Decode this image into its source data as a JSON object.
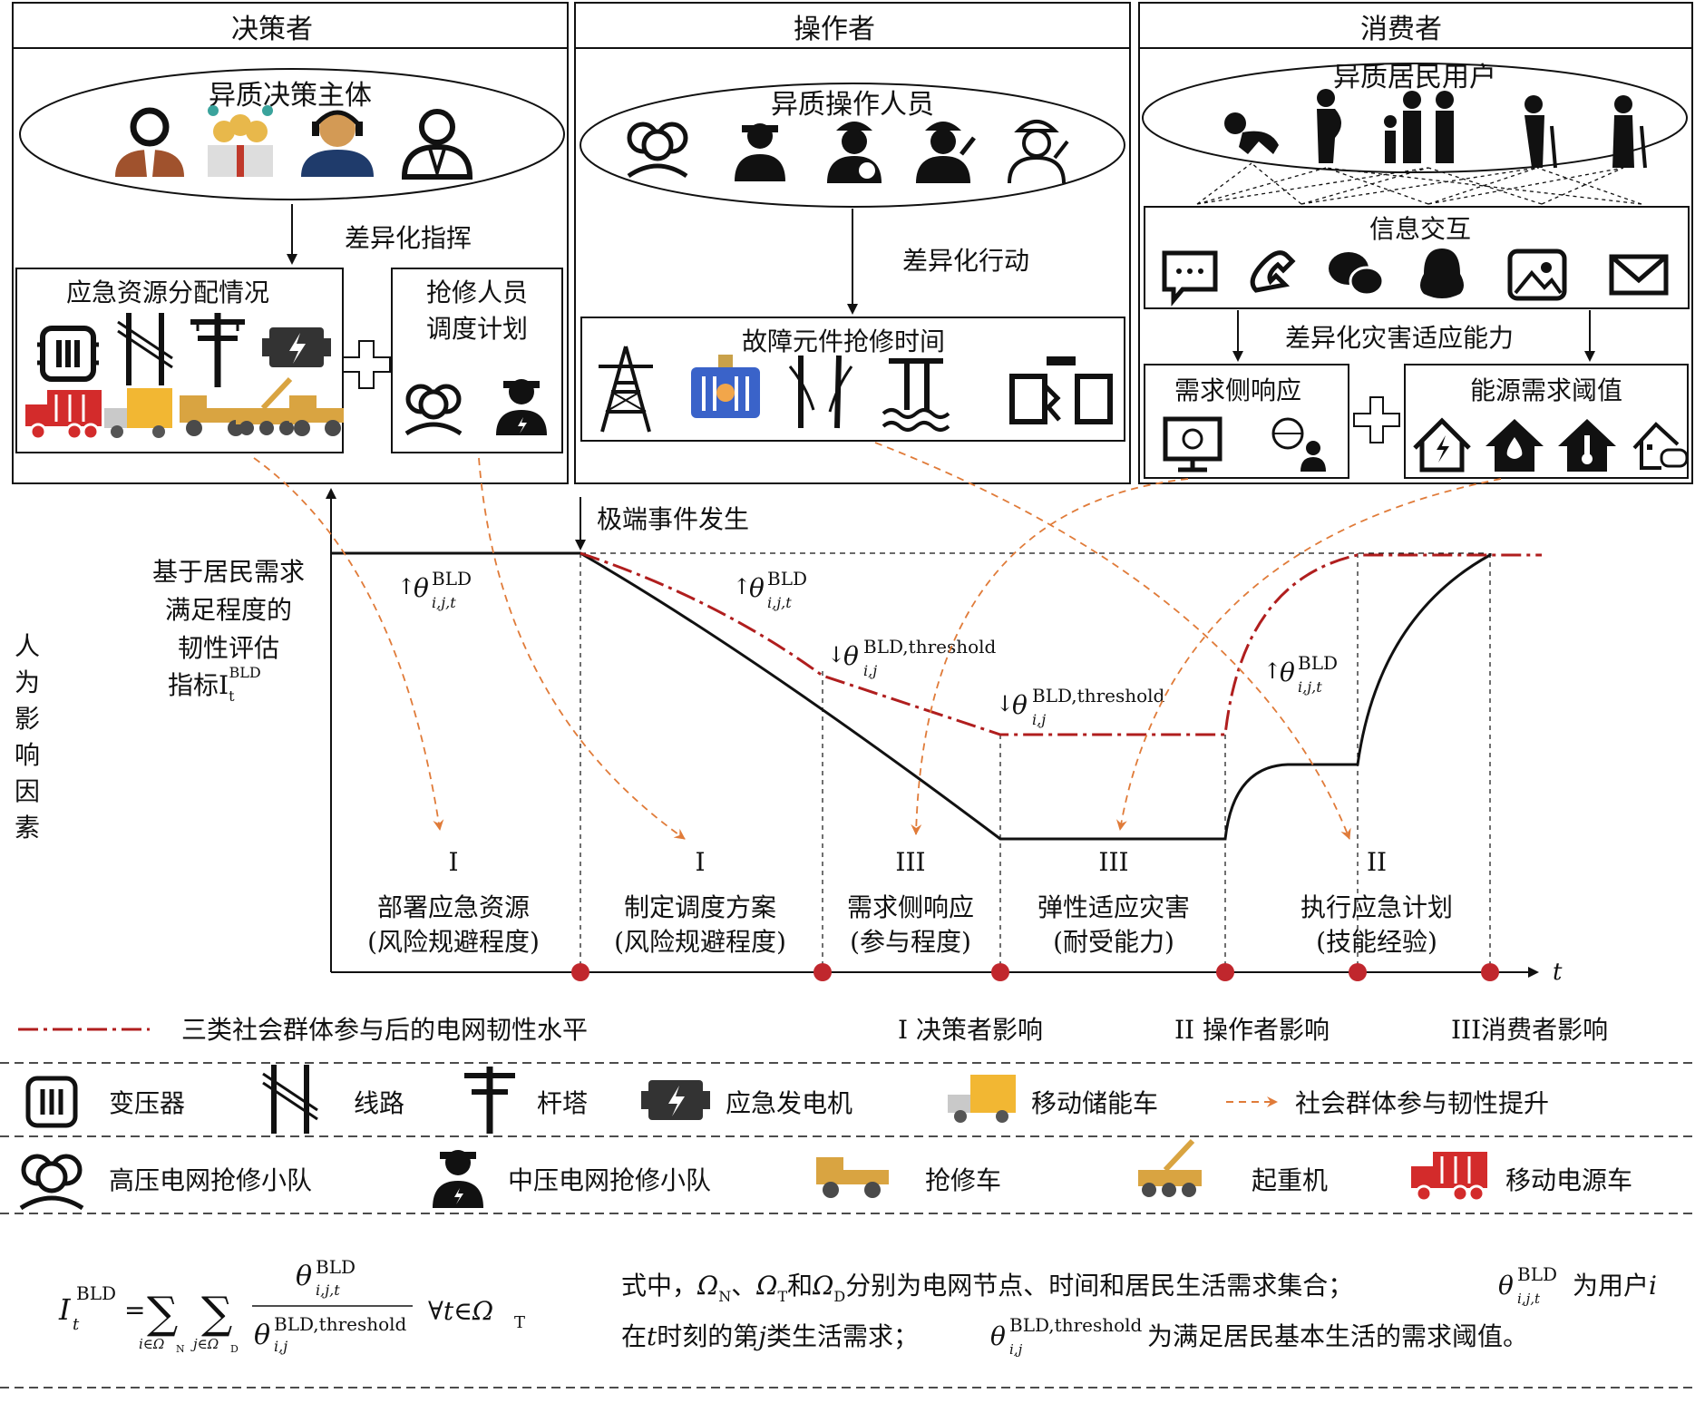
{
  "panels": {
    "decision": {
      "title": "决策者",
      "group": "异质决策主体",
      "action": "差异化指挥",
      "box1": "应急资源分配情况",
      "box2_line1": "抢修人员",
      "box2_line2": "调度计划"
    },
    "operator": {
      "title": "操作者",
      "group": "异质操作人员",
      "action": "差异化行动",
      "box": "故障元件抢修时间"
    },
    "consumer": {
      "title": "消费者",
      "group": "异质居民用户",
      "interaction": "信息交互",
      "adapt": "差异化灾害适应能力",
      "box1": "需求侧响应",
      "box2": "能源需求阈值"
    }
  },
  "chart": {
    "side_label": "人为影响因素",
    "ylabel_line1": "基于居民需求",
    "ylabel_line2": "满足程度的",
    "ylabel_line3": "韧性评估",
    "ylabel_line4": "指标I",
    "ylabel_sub": "t",
    "ylabel_sup": "BLD",
    "event": "极端事件发生",
    "theta": "θ",
    "sup_bld": "BLD",
    "sub_ijt": "i,j,t",
    "sup_thr": "BLD,threshold",
    "sub_ij": "i,j",
    "xlabel": "t",
    "stages": [
      {
        "numeral": "I",
        "line1": "部署应急资源",
        "line2": "(风险规避程度)"
      },
      {
        "numeral": "I",
        "line1": "制定调度方案",
        "line2": "(风险规避程度)"
      },
      {
        "numeral": "III",
        "line1": "需求侧响应",
        "line2": "(参与程度)"
      },
      {
        "numeral": "III",
        "line1": "弹性适应灾害",
        "line2": "(耐受能力)"
      },
      {
        "numeral": "II",
        "line1": "执行应急计划",
        "line2": "(技能经验)"
      }
    ]
  },
  "legend": {
    "curve": "三类社会群体参与后的电网韧性水平",
    "influence1": "I 决策者影响",
    "influence2": "II 操作者影响",
    "influence3": "III消费者影响",
    "row1": [
      "变压器",
      "线路",
      "杆塔",
      "应急发电机",
      "移动储能车",
      "社会群体参与韧性提升"
    ],
    "row2": [
      "高压电网抢修小队",
      "中压电网抢修小队",
      "抢修车",
      "起重机",
      "移动电源车"
    ]
  },
  "formula": {
    "I": "I",
    "sup": "BLD",
    "sub_t": "t",
    "eq": "=",
    "sigma": "∑",
    "sub_i": "i∈Ω",
    "sub_i_N": "N",
    "sub_j": "j∈Ω",
    "sub_j_D": "D",
    "num_theta": "θ",
    "num_sup": "BLD",
    "num_sub": "i,j,t",
    "den_theta": "θ",
    "den_sup": "BLD,threshold",
    "den_sub": "i,j",
    "forall": "∀t∈Ω",
    "forall_T": "T"
  },
  "explanation": {
    "l1_a": "式中，",
    "omega": "Ω",
    "N": "N",
    "sep": "、",
    "T": "T",
    "he": "和",
    "D": "D",
    "l1_b": "分别为电网节点、时间和居民生活需求集合；",
    "theta": "θ",
    "sup_bld": "BLD",
    "sub_ijt": "i,j,t",
    "l1_c": "为用户",
    "i": "i",
    "l2_a": "在",
    "t": "t",
    "l2_b": "时刻的第",
    "j": "j",
    "l2_c": "类生活需求；",
    "sup_thr": "BLD,threshold",
    "sub_ij": "i,j",
    "l2_d": "为满足居民基本生活的需求阈值。"
  },
  "colors": {
    "curve_red": "#b01e1e",
    "arrow_orange": "#e07b39",
    "dot_red": "#c0272d",
    "transformer_blue": "#3a63c9",
    "truck_yellow": "#f2b733",
    "truck_orange": "#d9a441",
    "truck_red": "#d32b2b"
  }
}
